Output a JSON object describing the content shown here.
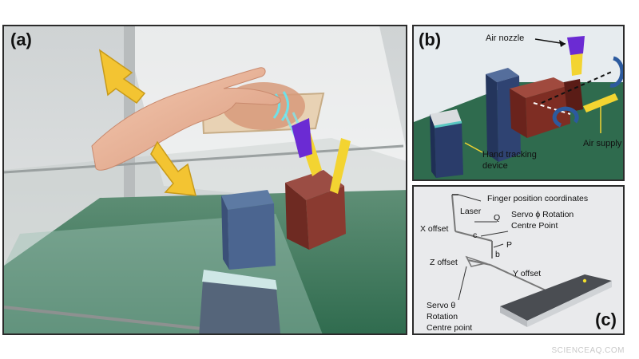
{
  "panels": {
    "a": {
      "label": "(a)"
    },
    "b": {
      "label": "(b)",
      "annotations": {
        "air_nozzle": "Air nozzle",
        "hand_tracking_1": "Hand tracking",
        "hand_tracking_2": "device",
        "air_supply": "Air supply"
      }
    },
    "c": {
      "label": "(c)",
      "annotations": {
        "finger_position": "Finger position coordinates",
        "laser": "Laser",
        "q": "Q",
        "servo_phi_1": "Servo ϕ Rotation",
        "servo_phi_2": "Centre Point",
        "x_offset": "X offset",
        "c": "c",
        "p": "P",
        "b": "b",
        "z_offset": "Z offset",
        "y_offset": "Y offset",
        "servo_theta_1": "Servo θ",
        "servo_theta_2": "Rotation",
        "servo_theta_3": "Centre point"
      }
    }
  },
  "colors": {
    "arrow_yellow": "#f3c432",
    "floor_green": "#2f6b4e",
    "box_blue": "#2d3f66",
    "box_red": "#7a2a22",
    "nozzle_purple": "#6b2bd3",
    "rotation_blue": "#2c5a9e",
    "tracking_device_edge": "#5ac7c2"
  },
  "watermark": "SCIENCEAQ.COM"
}
